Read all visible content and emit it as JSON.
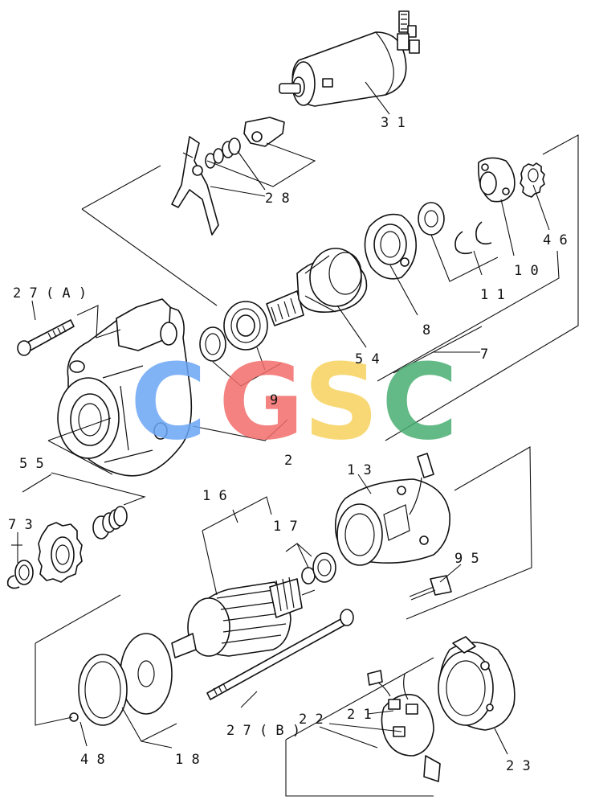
{
  "callouts": {
    "c31": "3 1",
    "c28": "2 8",
    "c46": "4 6",
    "c10": "1 0",
    "c11": "1 1",
    "c27a": "2 7 ( A )",
    "c8": "8",
    "c54": "5 4",
    "c7": "7",
    "c9": "9",
    "c2": "2",
    "c55": "5 5",
    "c13": "1 3",
    "c16": "1 6",
    "c17": "1 7",
    "c73": "7 3",
    "c95": "9 5",
    "c27b": "2 7 ( B )",
    "c22": "2 2",
    "c21": "2 1",
    "c48": "4 8",
    "c18": "1 8",
    "c23": "2 3"
  },
  "watermark": {
    "letters": [
      "C",
      "G",
      "S",
      "C"
    ],
    "colors": [
      "#6aa5f5",
      "#f26d6a",
      "#f7d25c",
      "#4aae72"
    ]
  }
}
